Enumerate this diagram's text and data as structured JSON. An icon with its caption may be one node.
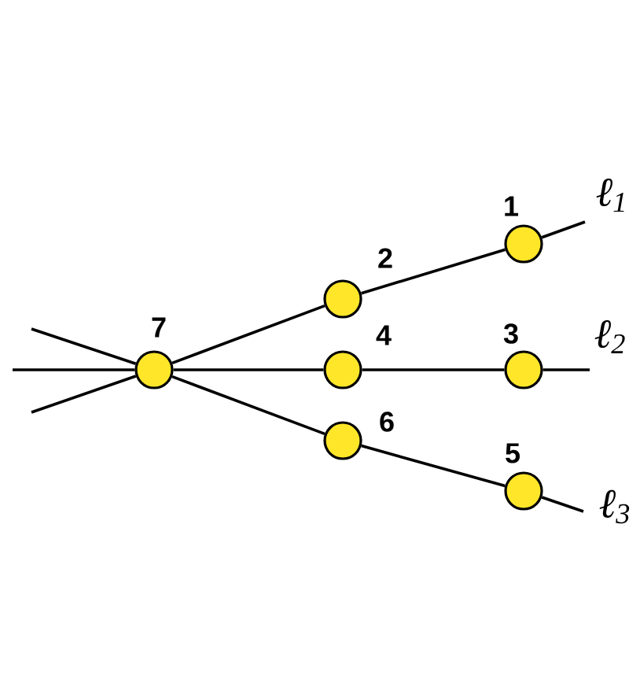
{
  "diagram": {
    "nodes": [
      {
        "text": [],
        "shape": "circle",
        "beside": [
          "1"
        ]
      },
      {
        "text": [],
        "shape": "circle",
        "beside": [
          "2"
        ]
      },
      {
        "text": [],
        "shape": "circle",
        "beside": [
          "3"
        ]
      },
      {
        "text": [],
        "shape": "circle",
        "beside": [
          "4"
        ]
      },
      {
        "text": [],
        "shape": "circle",
        "beside": [
          "5"
        ]
      },
      {
        "text": [],
        "shape": "circle",
        "beside": [
          "6"
        ]
      },
      {
        "text": [],
        "shape": "circle",
        "beside": [
          "7"
        ]
      }
    ],
    "edges": [
      {
        "from": null,
        "to": 6,
        "arrow": "none"
      },
      {
        "from": 6,
        "to": 1,
        "arrow": "none"
      },
      {
        "from": 1,
        "to": 0,
        "arrow": "none"
      },
      {
        "from": 0,
        "to": null,
        "arrow": "none"
      },
      {
        "from": null,
        "to": 6,
        "arrow": "none"
      },
      {
        "from": 6,
        "to": 3,
        "arrow": "none"
      },
      {
        "from": 3,
        "to": 2,
        "arrow": "none"
      },
      {
        "from": 2,
        "to": null,
        "arrow": "none"
      },
      {
        "from": null,
        "to": 6,
        "arrow": "none"
      },
      {
        "from": 6,
        "to": 5,
        "arrow": "none"
      },
      {
        "from": 5,
        "to": 4,
        "arrow": "none"
      },
      {
        "from": 4,
        "to": null,
        "arrow": "none"
      }
    ],
    "labels": [
      "ℓ$_{1}$",
      "ℓ$_{2}$",
      "ℓ$_{3}$"
    ]
  }
}
